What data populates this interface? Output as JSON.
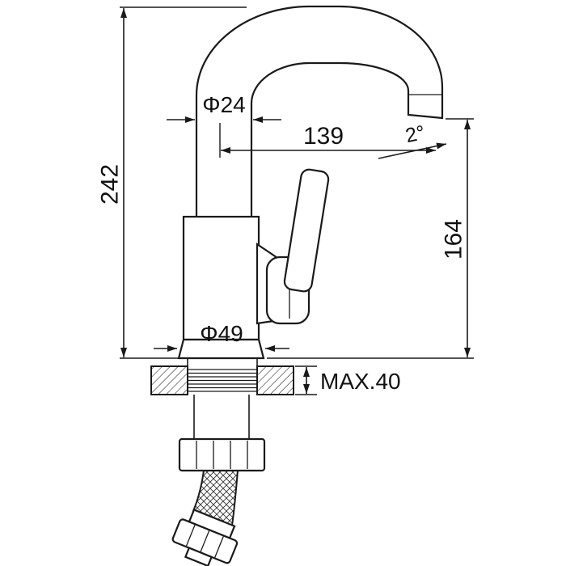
{
  "drawing": {
    "kind": "faucet-technical-drawing",
    "colors": {
      "line": "#1a1a1a",
      "background": "#ffffff",
      "text": "#111111"
    },
    "labels": {
      "spout_pipe_diameter": "Φ24",
      "spout_reach": "139",
      "spout_angle": "2°",
      "total_height": "242",
      "outlet_height": "164",
      "base_diameter": "Φ49",
      "deck_max_thickness": "MAX.40"
    }
  }
}
